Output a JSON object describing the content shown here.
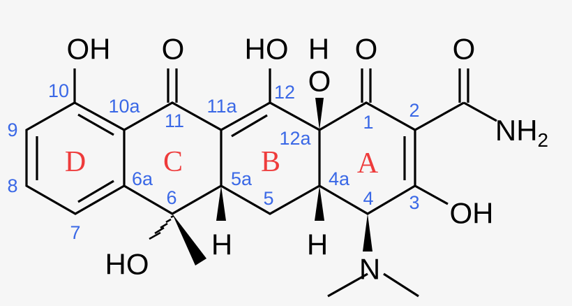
{
  "colors": {
    "locant": "#3a68e6",
    "ring_label": "#ee3b3b",
    "bond": "#000000",
    "background": "#f6f6f6"
  },
  "atoms": {
    "oh10": "OH",
    "o11": "O",
    "ho12": "HO",
    "o12a": "O",
    "h12a": "H",
    "o1": "O",
    "o_amide": "O",
    "nh": "NH",
    "nh_sub": "2",
    "oh3": "OH",
    "n4": "N",
    "h4a": "H",
    "h5a": "H",
    "ho6": "HO"
  },
  "locants": [
    "1",
    "2",
    "3",
    "4",
    "4a",
    "5",
    "5a",
    "6",
    "6a",
    "7",
    "8",
    "9",
    "10",
    "10a",
    "11",
    "11a",
    "12",
    "12a"
  ],
  "rings": [
    "A",
    "B",
    "C",
    "D"
  ]
}
